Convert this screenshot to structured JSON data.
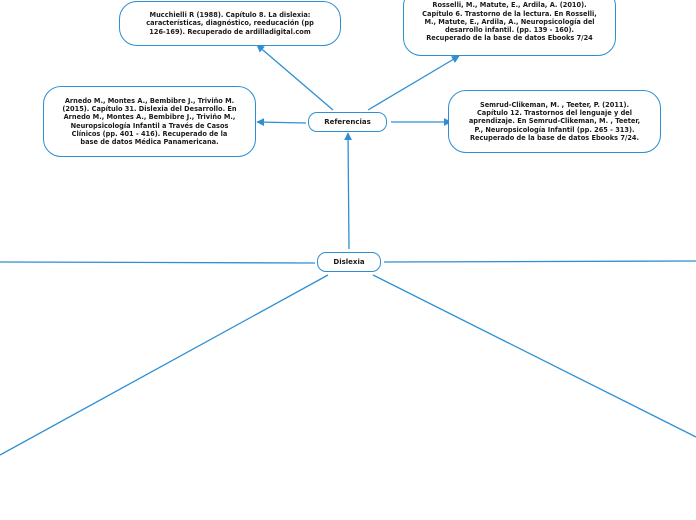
{
  "colors": {
    "connector": "#2e8fd3",
    "node_border": "#2e8fd3",
    "text": "#1a1a1a",
    "background": "#ffffff"
  },
  "central_topic": {
    "label": "Dislexia"
  },
  "references_topic": {
    "label": "Referencias"
  },
  "references": [
    {
      "id": "mucchielli",
      "text": "Mucchielli R (1988). Capítulo 8. La dislexia: características, diagnóstico, reeducación (pp 126-169). Recuperado de ardilladigital.com"
    },
    {
      "id": "rosselli",
      "text": "Rosselli, M., Matute, E., Ardila, A. (2010). Capítulo 6. Trastorno de la lectura. En Rosselli, M., Matute, E., Ardila, A., Neuropsicología del desarrollo infantil. (pp. 139 - 160). Recuperado de la base de datos Ebooks 7/24"
    },
    {
      "id": "arnedo",
      "text": "Arnedo M., Montes A., Bembibre J., Triviño M. (2015). Capítulo 31. Dislexia del Desarrollo. En Arnedo M., Montes A., Bembibre J., Triviño M., Neuropsicología Infantil a Través de Casos Clínicos  (pp. 401 - 416). Recuperado de la base de datos Médica Panamericana."
    },
    {
      "id": "semrud",
      "text": "Semrud-Clikeman, M. , Teeter, P. (2011). Capítulo 12. Trastornos del lenguaje y del aprendizaje. En Semrud-Clikeman, M. , Teeter, P., Neuropsicología Infantil (pp. 265 - 313). Recuperado de la base de datos Ebooks 7/24."
    }
  ]
}
